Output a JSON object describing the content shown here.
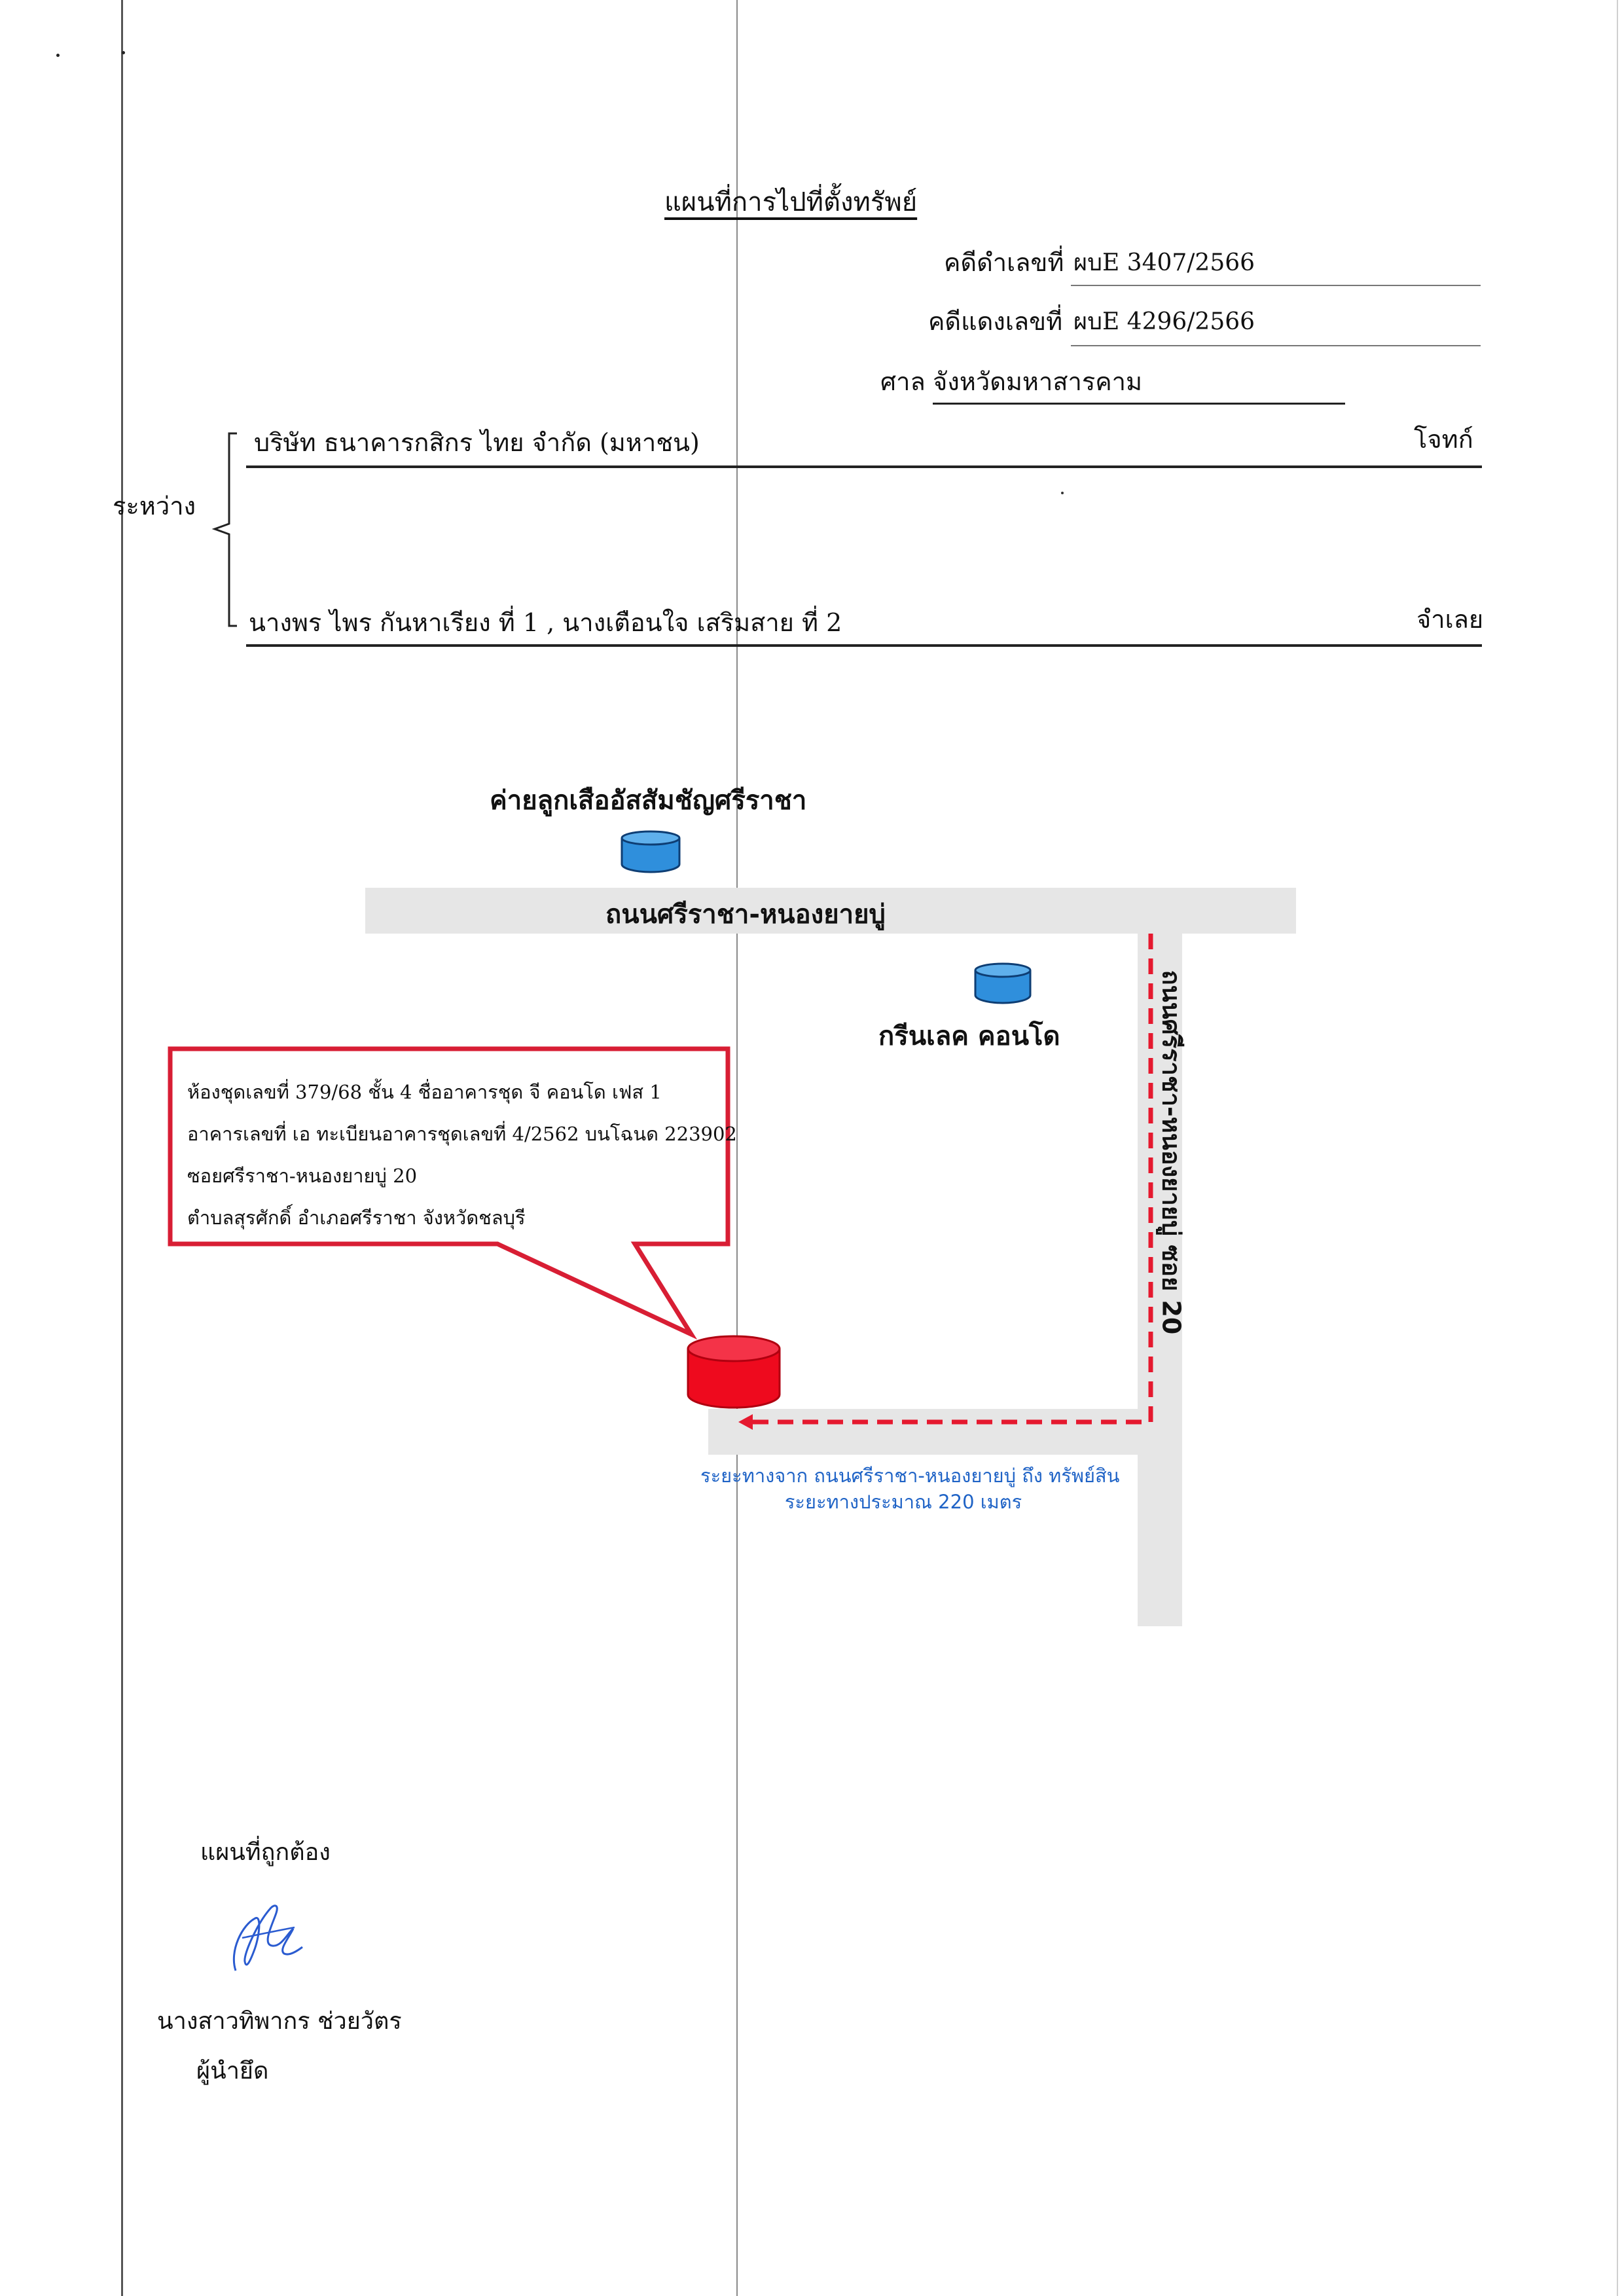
{
  "document": {
    "title": "แผนที่การไปที่ตั้งทรัพย์",
    "case_black_label": "คดีดำเลขที่",
    "case_black_value": "ผบE 3407/2566",
    "case_red_label": "คดีแดงเลขที่",
    "case_red_value": "ผบE 4296/2566",
    "court_label": "ศาล",
    "court_value": "จังหวัดมหาสารคาม"
  },
  "parties": {
    "between_label": "ระหว่าง",
    "plaintiff_name": "บริษัท ธนาคารกสิกร ไทย จำกัด (มหาชน)",
    "plaintiff_role": "โจทก์",
    "defendant_name": "นางพร ไพร กันหาเรียง ที่ 1 , นางเตือนใจ เสริมสาย ที่ 2",
    "defendant_role": "จำเลย"
  },
  "map": {
    "landmark_top_label": "ค่ายลูกเสืออัสสัมชัญศรีราชา",
    "main_road_label": "ถนนศรีราชา-หนองยายบู่",
    "landmark_right_label": "กรีนเลค คอนโด",
    "side_road_label": "ถนนศรีราชา-หนองยายบู่ ซอย 20",
    "callout_lines": [
      "ห้องชุดเลขที่ 379/68 ชั้น 4 ชื่ออาคารชุด จี คอนโด เฟส 1",
      "อาคารเลขที่ เอ ทะเบียนอาคารชุดเลขที่ 4/2562 บนโฉนด 223902",
      "ซอยศรีราชา-หนองยายบู่ 20",
      "ตำบลสุรศักดิ์ อำเภอศรีราชา จังหวัดชลบุรี"
    ],
    "distance_lines": [
      "ระยะทางจาก ถนนศรีราชา-หนองยายบู่ ถึง ทรัพย์สิน",
      "ระยะทางประมาณ 220 เมตร"
    ],
    "colors": {
      "road": "#e6e6e6",
      "landmark_marker": "#2f8fdc",
      "property_marker": "#ee0a1e",
      "route": "#e5192f",
      "callout_border": "#d81e34",
      "distance_text": "#1f63c6"
    }
  },
  "signature": {
    "certify_label": "แผนที่ถูกต้อง",
    "signer_name": "นางสาวทิพากร ช่วยวัตร",
    "signer_role": "ผู้นำยึด"
  }
}
